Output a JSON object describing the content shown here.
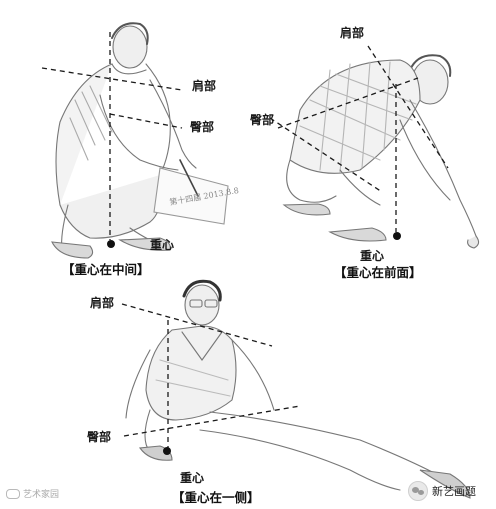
{
  "panels": [
    {
      "caption": "【重心在中间】",
      "labels": {
        "shoulder": "肩部",
        "hip": "臀部",
        "center": "重心"
      }
    },
    {
      "caption": "【重心在前面】",
      "labels": {
        "shoulder": "肩部",
        "hip": "臀部",
        "center": "重心"
      }
    },
    {
      "caption": "【重心在一侧】",
      "labels": {
        "shoulder": "肩部",
        "hip": "臀部",
        "center": "重心"
      }
    }
  ],
  "sketch_signature": "第十四届 2013.8.8",
  "watermark_left": "艺术家园",
  "watermark_right": "新艺画题",
  "line_color": "#1a1a1a",
  "sketch_color": "#7a7a7a"
}
